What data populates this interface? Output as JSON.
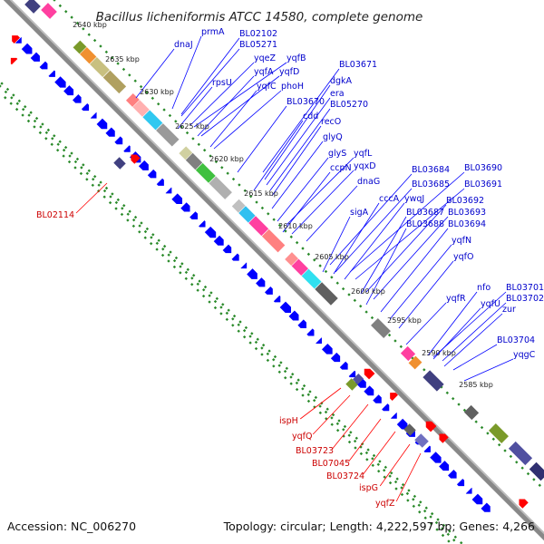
{
  "title": "Bacillus licheniformis ATCC 14580, complete genome",
  "footer": {
    "accession": "Accession: NC_006270",
    "summary": "Topology: circular; Length: 4,222,597 bp; Genes: 4,266"
  },
  "ticks": [
    "2640 kbp",
    "2635 kbp",
    "2630 kbp",
    "2625 kbp",
    "2620 kbp",
    "2615 kbp",
    "2610 kbp",
    "2605 kbp",
    "2600 kbp",
    "2595 kbp",
    "2590 kbp",
    "2585 kbp"
  ],
  "colors": {
    "backbone": "#808080",
    "forward_cds": "#0000ff",
    "reverse_cds": "#ff0000",
    "label_forward": "#0000cc",
    "label_reverse": "#cc0000",
    "dots": "#2a8a2a"
  },
  "labels_blue": [
    "prmA",
    "BL02102",
    "dnaJ",
    "BL05271",
    "yqeZ",
    "yqfB",
    "yqfA",
    "yqfD",
    "rpsU",
    "yqfC",
    "phoH",
    "BL03671",
    "dgkA",
    "era",
    "BL03670",
    "BL05270",
    "cdd",
    "recO",
    "glyQ",
    "glyS",
    "yqfL",
    "ccpN",
    "yqxD",
    "dnaG",
    "BL03684",
    "BL03690",
    "BL03685",
    "BL03691",
    "cccA",
    "ywqJ",
    "BL03692",
    "sigA",
    "BL03687",
    "BL03693",
    "BL03688",
    "BL03694",
    "yqfN",
    "yqfO",
    "nfo",
    "BL03701",
    "yqfR",
    "yqfU",
    "BL03702",
    "zur",
    "BL03704",
    "yqgC"
  ],
  "labels_red": [
    "BL02114",
    "ispH",
    "yqfQ",
    "BL03723",
    "BL07045",
    "BL03724",
    "ispG",
    "yqfZ"
  ]
}
